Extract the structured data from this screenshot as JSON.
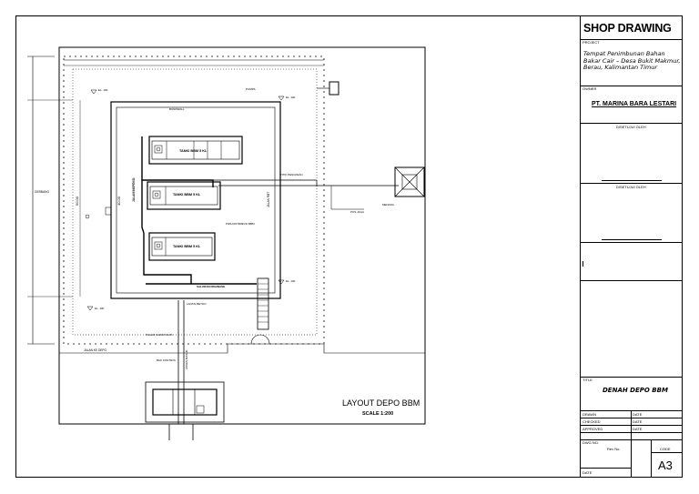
{
  "title_block": {
    "heading": "SHOP DRAWING",
    "project_label": "PROJECT",
    "project_text": "Tempat Penimbunan Bahan Bakar Cair – Desa Bukit Makmur, Berau, Kalimantan Timur",
    "owner_label": "OWNER",
    "owner_name": "PT. MARINA BARA LESTARI",
    "approved_by_1": "DISETUJUI OLEH",
    "approved_by_2": "DISETUJUI OLEH",
    "title_label": "TITLE",
    "title_value": "DENAH DEPO BBM",
    "drawn_label": "DRAWN",
    "checked_label": "CHECKED",
    "approved_label": "APPROVED",
    "date_label": "DATE",
    "dwg_label": "DWG NO.",
    "rev_label": "Rev No.",
    "code_label": "CODE",
    "paper_size": "A3",
    "date_label_bottom": "DATE"
  },
  "plan": {
    "layout_title": "LAYOUT DEPO BBM",
    "scale": "SCALE 1:200",
    "tank_1": "TANKI BBM 5 KL",
    "tank_2": "TANKI BBM 5 KL",
    "tank_3": "TANKI BBM 5 KL",
    "lbl_jalan_inspeksi": "JALAN INSPEKSI",
    "lbl_jalan_rbt": "JALAN RBT",
    "lbl_fence": "PAGAR KAWAT DURI",
    "lbl_road": "JALAN KE DEPO",
    "lbl_pit": "BAK KONTROL",
    "lbl_shelter": "POS JAGA",
    "lbl_pump": "POMPA",
    "lbl_drain": "SALURAN DRAINASE",
    "lbl_bund": "BUNDWALL",
    "lbl_el1": "EL. 100",
    "lbl_el2": "EL. 100",
    "lbl_el3": "EL. 100",
    "lbl_el4": "EL. 100",
    "lbl_pipe": "PIPA DISTRIBUSI BBM",
    "lbl_outlet": "TITIK PENGISIAN",
    "lbl_tower": "MENARA",
    "lbl_gate": "GERBANG",
    "lbl_entry": "AKSES MASUK",
    "lbl_concrete": "LANTAI BETON",
    "lbl_dim_a": "50.00",
    "lbl_dim_b": "40.00"
  }
}
